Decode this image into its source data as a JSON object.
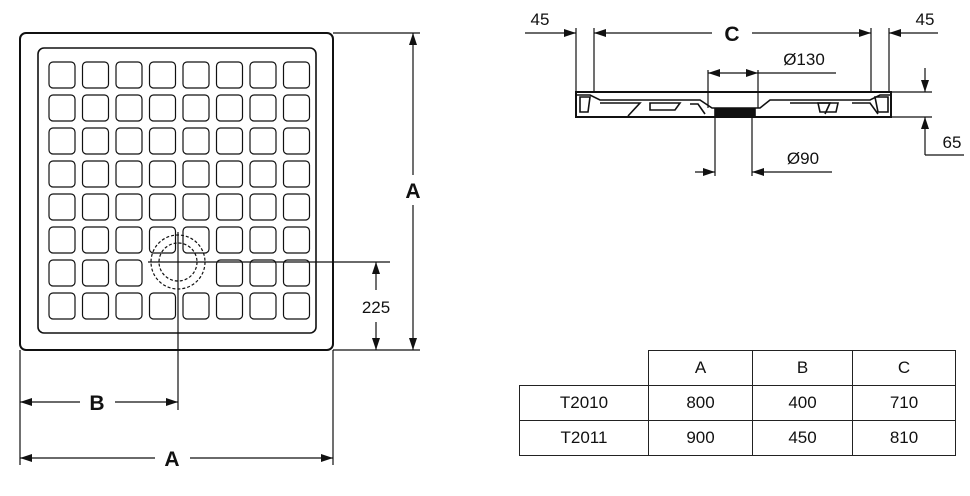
{
  "plan_view": {
    "label_a_right": "A",
    "label_a_bottom": "A",
    "label_b": "B",
    "label_225": "225"
  },
  "side_view": {
    "label_45_left": "45",
    "label_45_right": "45",
    "label_c": "C",
    "label_d130": "Ø130",
    "label_d90": "Ø90",
    "label_65": "65"
  },
  "table": {
    "headers": [
      "",
      "A",
      "B",
      "C"
    ],
    "rows": [
      [
        "T2010",
        "800",
        "400",
        "710"
      ],
      [
        "T2011",
        "900",
        "450",
        "810"
      ]
    ]
  }
}
